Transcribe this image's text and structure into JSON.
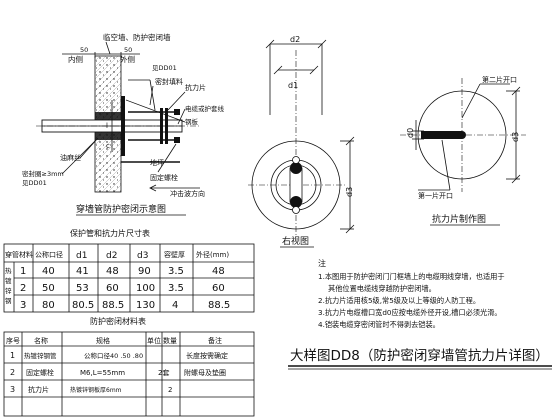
{
  "section_view": {
    "top_label": "临空墙、防护密闭墙",
    "inner_side": "内侧",
    "outer_side": "外侧",
    "dim_left": "50",
    "dim_right": "50",
    "ref_dd01": "见DD01",
    "sealant": "密封填料",
    "antileak_plate": "抗力片",
    "conduit": "电缆或护套线",
    "steel_plate": "钢板",
    "dim_l": "l",
    "dim_c": "c",
    "oil_hemp": "油麻丝",
    "seal_ring": "密封圈≥3mm",
    "ref_dd01_b": "见DD01",
    "ground": "地坪",
    "fixing_bolt": "固定螺栓",
    "blast_dir": "冲击波方向",
    "title": "穿墙管防护密闭示意图"
  },
  "right_view": {
    "d2": "d2",
    "d1": "d1",
    "d3": "d3",
    "title": "右视图"
  },
  "plate_view": {
    "slot2": "第二片开口",
    "slot1": "第一片开口",
    "d0": "d0",
    "d3": "d3",
    "title": "抗力片制作图"
  },
  "size_table": {
    "title": "保护管和抗力片尺寸表",
    "headers": [
      "穿管材料",
      "公称口径",
      "d1",
      "d2",
      "d3",
      "容壁厚",
      "外径(mm)"
    ],
    "side_label": "热镀锌钢管",
    "rows": [
      [
        "1",
        "40",
        "41",
        "48",
        "90",
        "3.5",
        "48"
      ],
      [
        "2",
        "50",
        "53",
        "60",
        "100",
        "3.5",
        "60"
      ],
      [
        "3",
        "80",
        "80.5",
        "88.5",
        "130",
        "4",
        "88.5"
      ]
    ]
  },
  "material_table": {
    "title": "防护密闭材料表",
    "headers": [
      "序号",
      "名称",
      "规格",
      "单位",
      "数量",
      "备注"
    ],
    "rows": [
      [
        "1",
        "热镀锌钢管",
        "公称口径40 .50 .80",
        "",
        "",
        "长度按需确定"
      ],
      [
        "2",
        "固定螺栓",
        "M6,L=55mm",
        "",
        "2套",
        "附螺母及垫圈"
      ],
      [
        "3",
        "抗力片",
        "热镀锌钢板厚6mm",
        "",
        "2",
        ""
      ]
    ]
  },
  "notes": {
    "heading": "注",
    "lines": [
      "1.本图用于防护密闭门门框墙上的电缆明线穿墙，也适用于",
      "其他位置电缆线穿越防护密闭墙。",
      "2.抗力片适用核5级,常5级及以上等级的人防工程。",
      "3.抗力片电缆槽口宽d0应按电缆外径开设,槽口必须光滑。",
      "4.铠装电缆穿密闭管时不得剥去铠装。"
    ]
  },
  "main_title": "大样图DD8（防护密闭穿墙管抗力片详图）"
}
